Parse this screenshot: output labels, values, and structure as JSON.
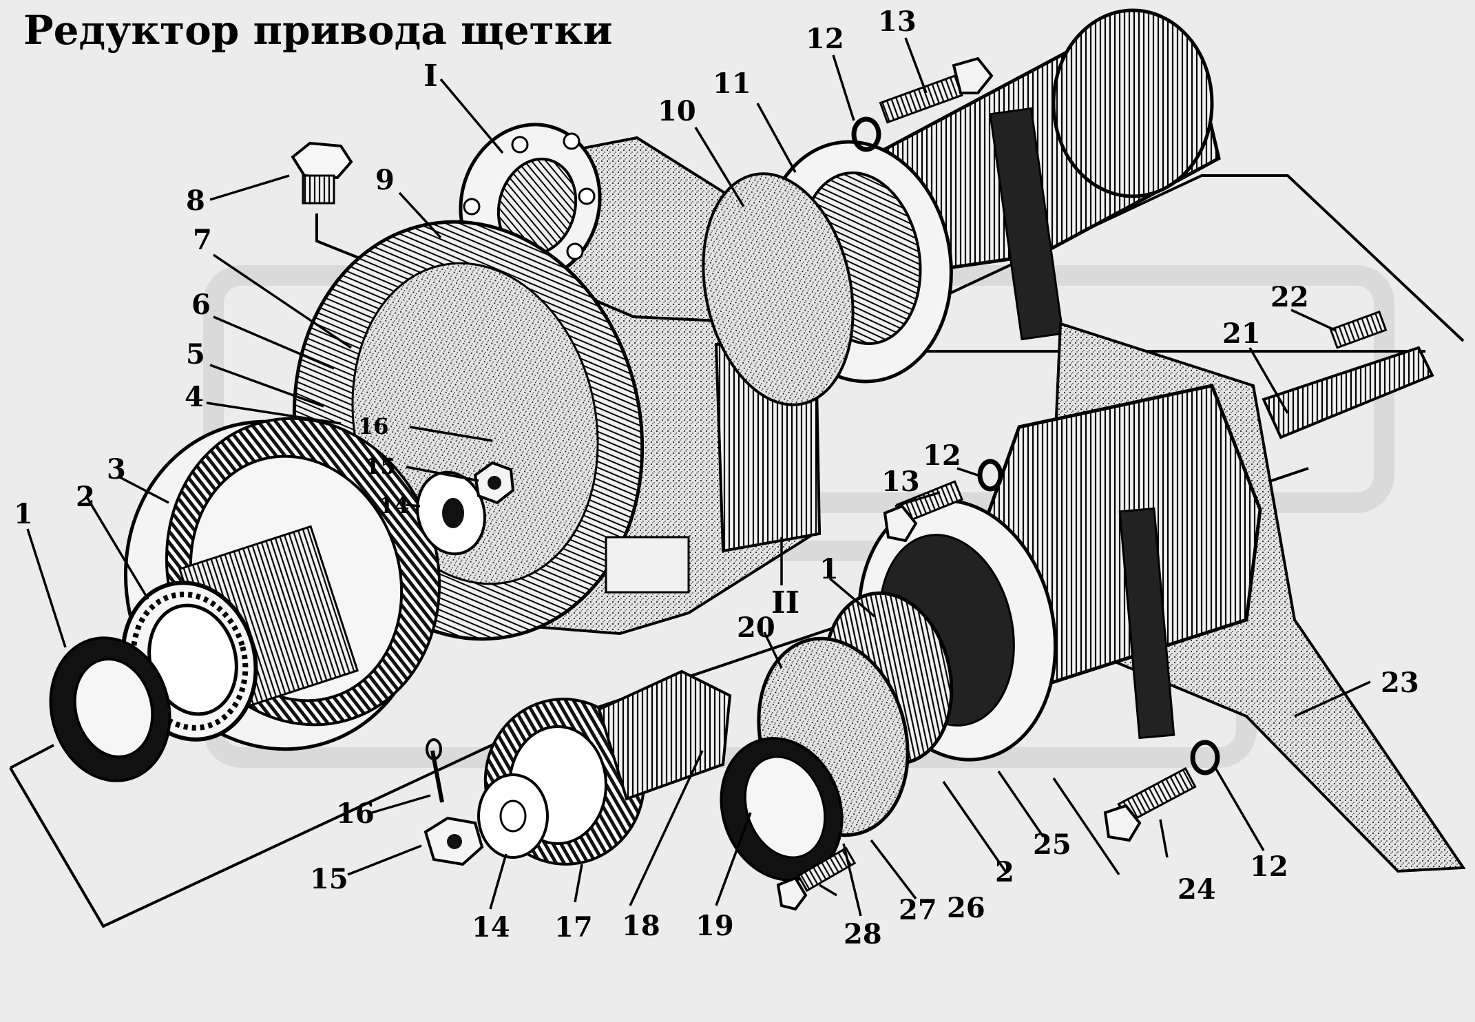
{
  "title": "Редуктор привода щетки",
  "callouts": [
    {
      "id": "c-1a",
      "text": "1"
    },
    {
      "id": "c-2a",
      "text": "2"
    },
    {
      "id": "c-3",
      "text": "3"
    },
    {
      "id": "c-4",
      "text": "4"
    },
    {
      "id": "c-5",
      "text": "5"
    },
    {
      "id": "c-6",
      "text": "6"
    },
    {
      "id": "c-7",
      "text": "7"
    },
    {
      "id": "c-8",
      "text": "8"
    },
    {
      "id": "c-9",
      "text": "9"
    },
    {
      "id": "c-I",
      "text": "I"
    },
    {
      "id": "c-10",
      "text": "10"
    },
    {
      "id": "c-11",
      "text": "11"
    },
    {
      "id": "c-12a",
      "text": "12"
    },
    {
      "id": "c-13a",
      "text": "13"
    },
    {
      "id": "c-16a",
      "text": "16"
    },
    {
      "id": "c-15a",
      "text": "15"
    },
    {
      "id": "c-14a",
      "text": "14"
    },
    {
      "id": "c-12b",
      "text": "12"
    },
    {
      "id": "c-13b",
      "text": "13"
    },
    {
      "id": "c-22",
      "text": "22"
    },
    {
      "id": "c-21",
      "text": "21"
    },
    {
      "id": "c-1b",
      "text": "1"
    },
    {
      "id": "c-II",
      "text": "II"
    },
    {
      "id": "c-20",
      "text": "20"
    },
    {
      "id": "c-23",
      "text": "23"
    },
    {
      "id": "c-16b",
      "text": "16"
    },
    {
      "id": "c-15b",
      "text": "15"
    },
    {
      "id": "c-14b",
      "text": "14"
    },
    {
      "id": "c-17",
      "text": "17"
    },
    {
      "id": "c-18",
      "text": "18"
    },
    {
      "id": "c-19",
      "text": "19"
    },
    {
      "id": "c-28",
      "text": "28"
    },
    {
      "id": "c-27",
      "text": "27"
    },
    {
      "id": "c-26",
      "text": "26"
    },
    {
      "id": "c-2b",
      "text": "2"
    },
    {
      "id": "c-25",
      "text": "25"
    },
    {
      "id": "c-24",
      "text": "24"
    },
    {
      "id": "c-12c",
      "text": "12"
    }
  ]
}
